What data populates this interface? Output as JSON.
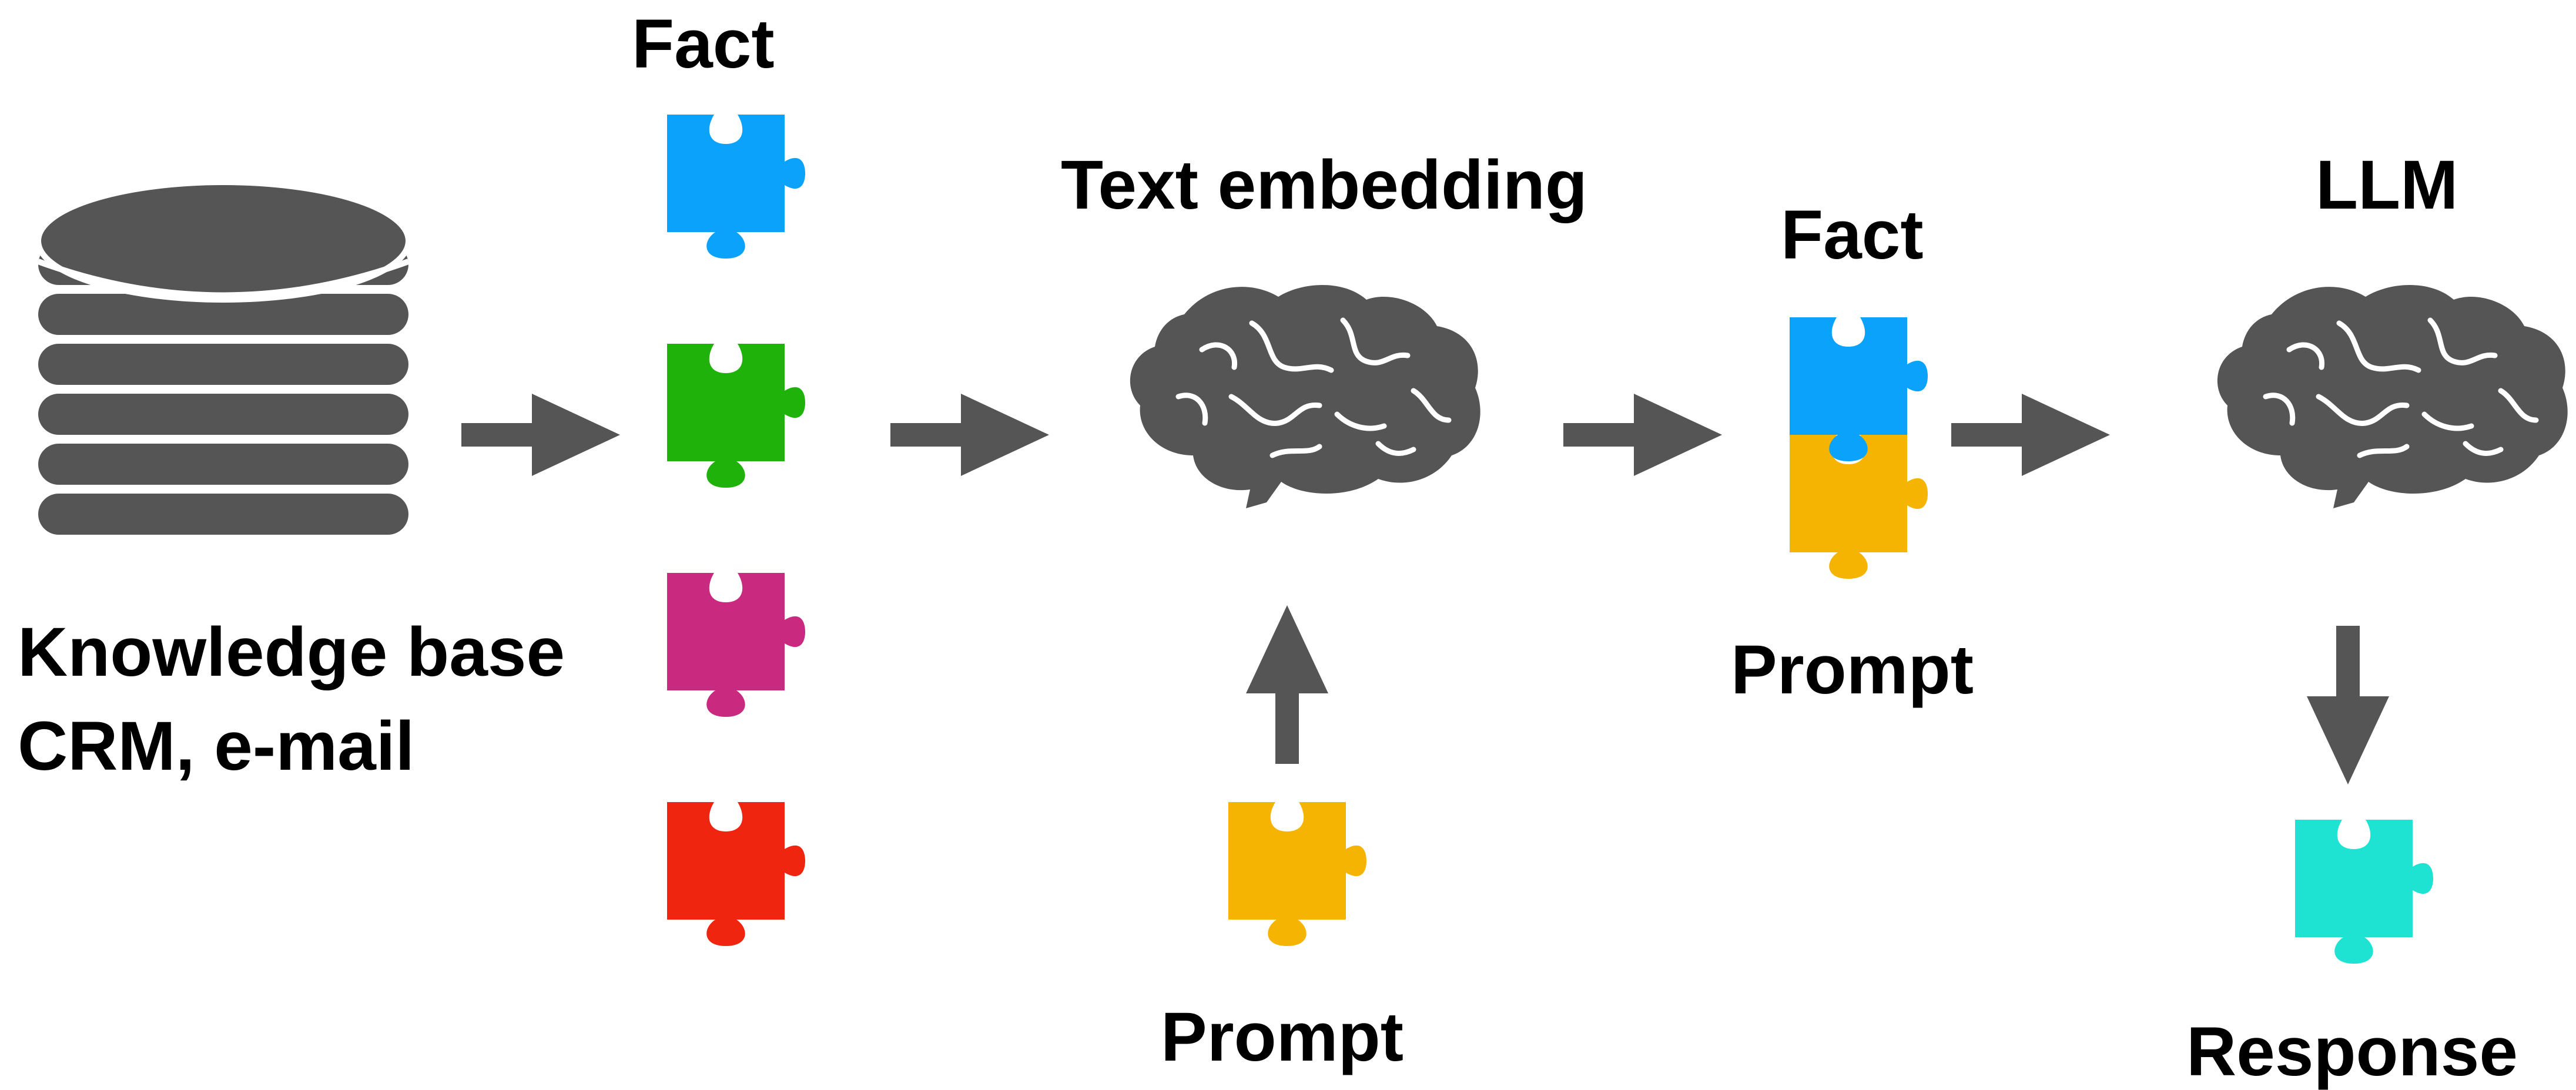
{
  "labels": {
    "fact_top": "Fact",
    "knowledge_base_line1": "Knowledge base",
    "knowledge_base_line2": "CRM, e-mail",
    "text_embedding": "Text embedding",
    "prompt_bottom": "Prompt",
    "fact_mid": "Fact",
    "prompt_mid": "Prompt",
    "llm": "LLM",
    "response": "Response"
  },
  "icons": {
    "database": "database-icon",
    "brain": "brain-icon",
    "puzzle": "puzzle-piece-icon",
    "arrow": "arrow-icon"
  },
  "colors": {
    "icon_gray": "#555555",
    "fact_blue": "#0aa2fb",
    "fact_green": "#1fb20a",
    "fact_magenta": "#c92a7f",
    "fact_red": "#ef2510",
    "prompt_yellow": "#f6b402",
    "response_cyan": "#1fe3d2"
  }
}
